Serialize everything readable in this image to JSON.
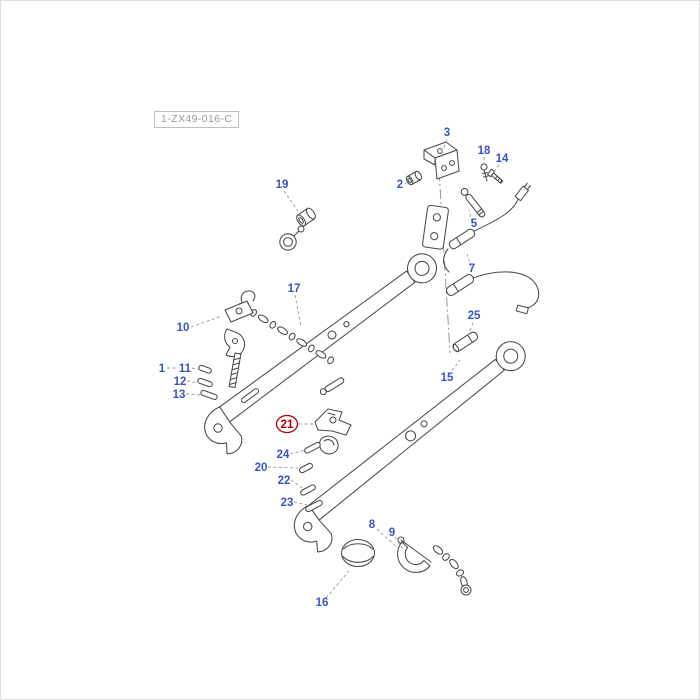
{
  "drawing": {
    "code": "1-ZX49-016-C"
  },
  "colors": {
    "callout": "#3a53c4",
    "highlight": "#b20000",
    "line": "#4a4a4a"
  },
  "callouts": {
    "c1": "1",
    "c2": "2",
    "c3": "3",
    "c5": "5",
    "c7": "7",
    "c8": "8",
    "c9": "9",
    "c10": "10",
    "c11": "11",
    "c12": "12",
    "c13": "13",
    "c14": "14",
    "c15": "15",
    "c16": "16",
    "c17": "17",
    "c18": "18",
    "c19": "19",
    "c20": "20",
    "c21": "21",
    "c22": "22",
    "c23": "23",
    "c24": "24",
    "c25": "25"
  }
}
